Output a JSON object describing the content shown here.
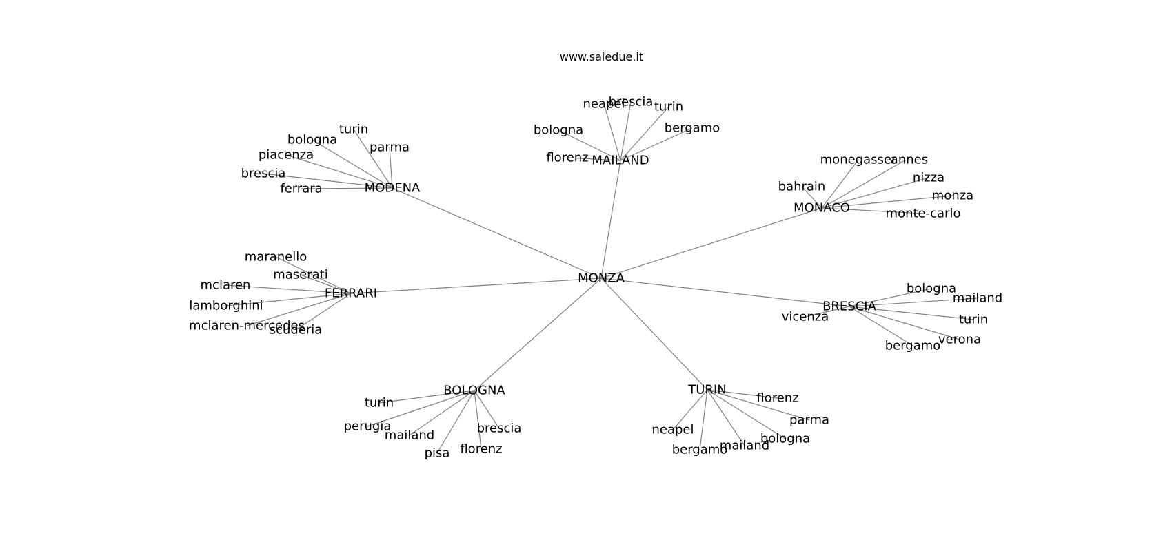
{
  "title": "www.saiedue.it",
  "colors": {
    "edge": "#808080",
    "text": "#000000",
    "background": "#ffffff"
  },
  "graph": {
    "root": "MONZA",
    "hubs": [
      {
        "name": "MAILAND",
        "children": [
          "neapel",
          "brescia",
          "turin",
          "bergamo",
          "bologna",
          "florenz"
        ]
      },
      {
        "name": "MODENA",
        "children": [
          "turin",
          "bologna",
          "parma",
          "piacenza",
          "brescia",
          "ferrara"
        ]
      },
      {
        "name": "MONACO",
        "children": [
          "monegasser",
          "cannes",
          "nizza",
          "bahrain",
          "monza",
          "monte-carlo"
        ]
      },
      {
        "name": "FERRARI",
        "children": [
          "maranello",
          "maserati",
          "mclaren",
          "lamborghini",
          "mclaren-mercedes",
          "scuderia"
        ]
      },
      {
        "name": "BRESCIA",
        "children": [
          "bologna",
          "mailand",
          "vicenza",
          "turin",
          "verona",
          "bergamo"
        ]
      },
      {
        "name": "BOLOGNA",
        "children": [
          "turin",
          "perugia",
          "mailand",
          "brescia",
          "pisa",
          "florenz"
        ]
      },
      {
        "name": "TURIN",
        "children": [
          "florenz",
          "parma",
          "neapel",
          "bologna",
          "mailand",
          "bergamo"
        ]
      }
    ]
  }
}
